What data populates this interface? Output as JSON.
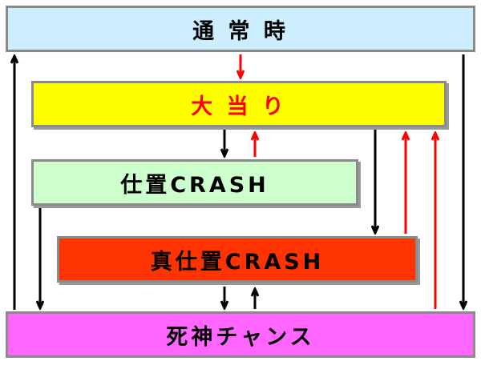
{
  "states": {
    "normal": {
      "label": "通 常 時",
      "color": "#cceeff",
      "text_color": "#000000"
    },
    "jackpot": {
      "label": "大 当 り",
      "color": "#ffff00",
      "text_color": "#ff0000"
    },
    "crash": {
      "label": "仕置CRASH",
      "color": "#ccffcc",
      "text_color": "#000000"
    },
    "true_crash": {
      "label": "真仕置CRASH",
      "color": "#ff3300",
      "text_color": "#000000"
    },
    "death_chance": {
      "label": "死神チャンス",
      "color": "#ff66ff",
      "text_color": "#000000"
    }
  },
  "arrow_colors": {
    "black": "#000000",
    "red": "#ff0000"
  }
}
